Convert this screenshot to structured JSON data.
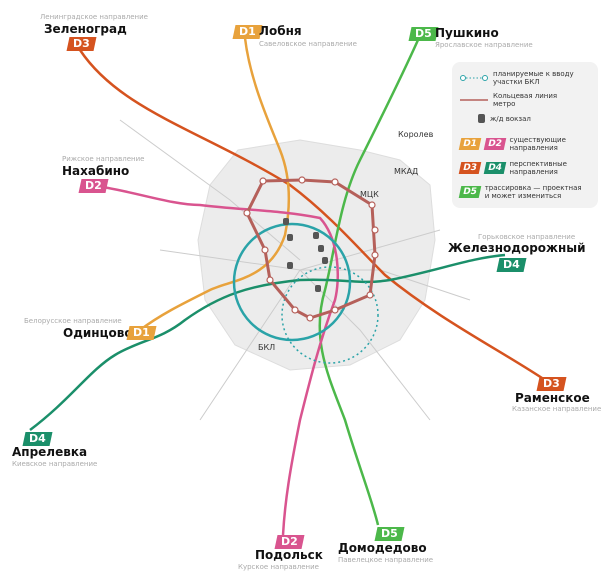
{
  "colors": {
    "D1": "#e8a23c",
    "D2": "#d9548f",
    "D3": "#d5531f",
    "D4": "#1b8f6a",
    "D5": "#4cb84a",
    "mck": "#b5605a",
    "bkl": "#2aa3a8"
  },
  "destinations": [
    {
      "line": "D3",
      "name": "Зеленоград",
      "direction": "Ленинградское направление"
    },
    {
      "line": "D1",
      "name": "Лобня",
      "direction": "Савеловское направление"
    },
    {
      "line": "D5",
      "name": "Пушкино",
      "direction": "Ярославское направление"
    },
    {
      "line": "D2",
      "name": "Нахабино",
      "direction": "Рижское направление"
    },
    {
      "line": "D4",
      "name": "Железнодорожный",
      "direction": "Горьковское направление"
    },
    {
      "line": "D1",
      "name": "Одинцово",
      "direction": "Белорусское направление"
    },
    {
      "line": "D3",
      "name": "Раменское",
      "direction": "Казанское направление"
    },
    {
      "line": "D4",
      "name": "Апрелевка",
      "direction": "Киевское направление"
    },
    {
      "line": "D2",
      "name": "Подольск",
      "direction": "Курское направление"
    },
    {
      "line": "D5",
      "name": "Домодедово",
      "direction": "Павелецкое направление"
    }
  ],
  "map_labels": {
    "korolev": "Королев",
    "mkad": "МКАД",
    "mck": "МЦК",
    "bkl": "БКЛ"
  },
  "legend": {
    "bkl_planned": "планируемые к вводу участки БКЛ",
    "ring_line": "Кольцевая линия метро",
    "station": "ж/д вокзал",
    "existing": "существующие направления",
    "prospective": "перспективные направления",
    "route": "трассировка — проектная и может измениться",
    "badges": {
      "d1": "D1",
      "d2": "D2",
      "d3": "D3",
      "d4": "D4",
      "d5": "D5"
    }
  }
}
